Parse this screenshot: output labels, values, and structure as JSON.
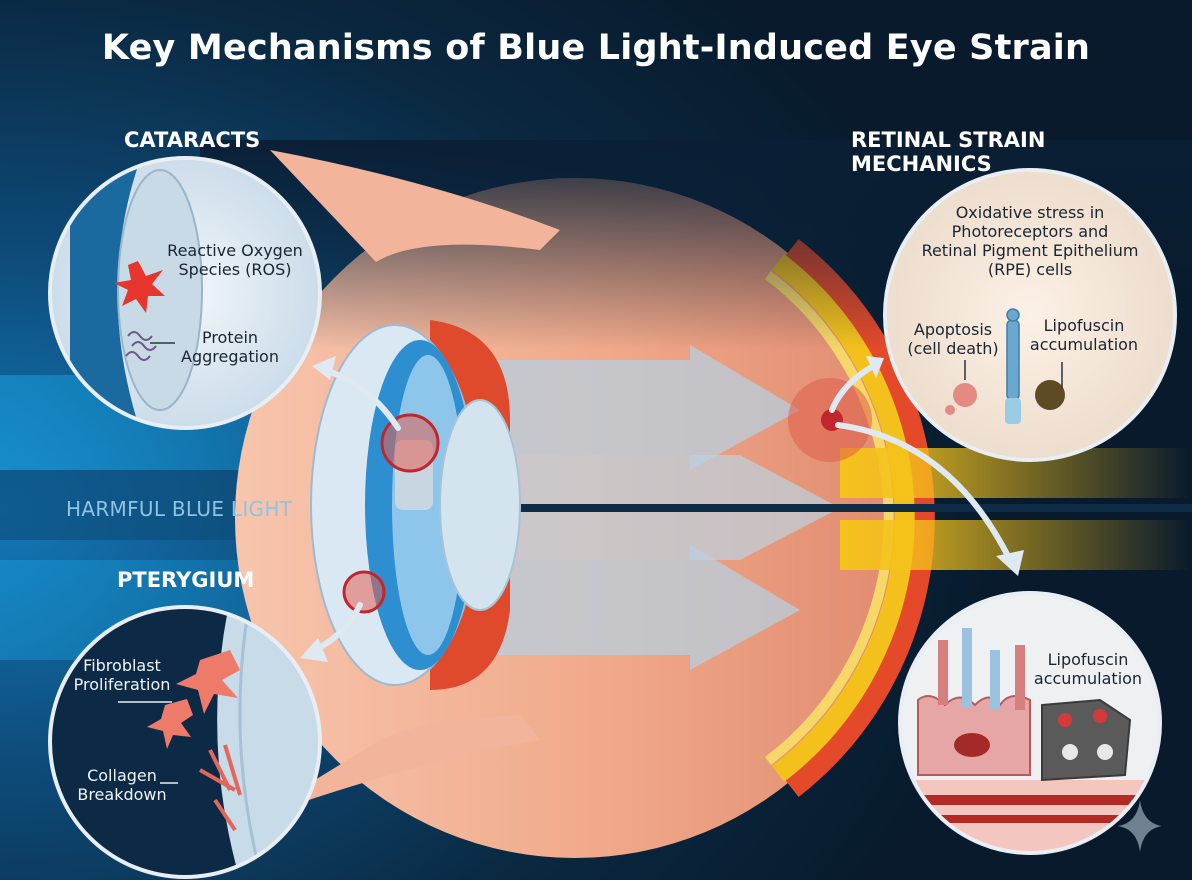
{
  "title": "Key Mechanisms of Blue Light-Induced Eye Strain",
  "light_label": "HARMFUL BLUE LIGHT",
  "cataracts": {
    "heading": "CATARACTS",
    "ros_line1": "Reactive Oxygen",
    "ros_line2": "Species (ROS)",
    "protein_line1": "Protein",
    "protein_line2": "Aggregation"
  },
  "pterygium": {
    "heading": "PTERYGIUM",
    "fibro_line1": "Fibroblast",
    "fibro_line2": "Proliferation",
    "collagen_line1": "Collagen",
    "collagen_line2": "Breakdown"
  },
  "retinal": {
    "heading": "RETINAL STRAIN MECHANICS",
    "stress_lines": [
      "Oxidative stress in",
      "Photoreceptors and",
      "Retinal Pigment Epithelium",
      "(RPE) cells"
    ],
    "apoptosis_line1": "Apoptosis",
    "apoptosis_line2": "(cell death)",
    "lipo_line1": "Lipofuscin",
    "lipo_line2": "accumulation"
  },
  "detail": {
    "lipo_line1": "Lipofuscin",
    "lipo_line2": "accumulation"
  },
  "colors": {
    "background": "#0a1f35",
    "blue_light": "#1aa3e0",
    "sclera": "#f2b49a",
    "retina_yellow": "#f2c11c",
    "marker_red": "#c0262b"
  }
}
